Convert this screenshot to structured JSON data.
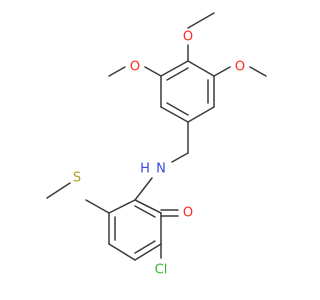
{
  "colors": {
    "bond": "#3a3a3a",
    "O": "#ff2a1a",
    "N": "#3a46e6",
    "S": "#b3a02a",
    "Cl": "#2fb82f"
  },
  "labels": {
    "o_top": "O",
    "o_left": "O",
    "o_right": "O",
    "n_amide": "N",
    "h_amide": "H",
    "o_carbonyl": "O",
    "s_thioether": "S",
    "cl": "Cl"
  }
}
